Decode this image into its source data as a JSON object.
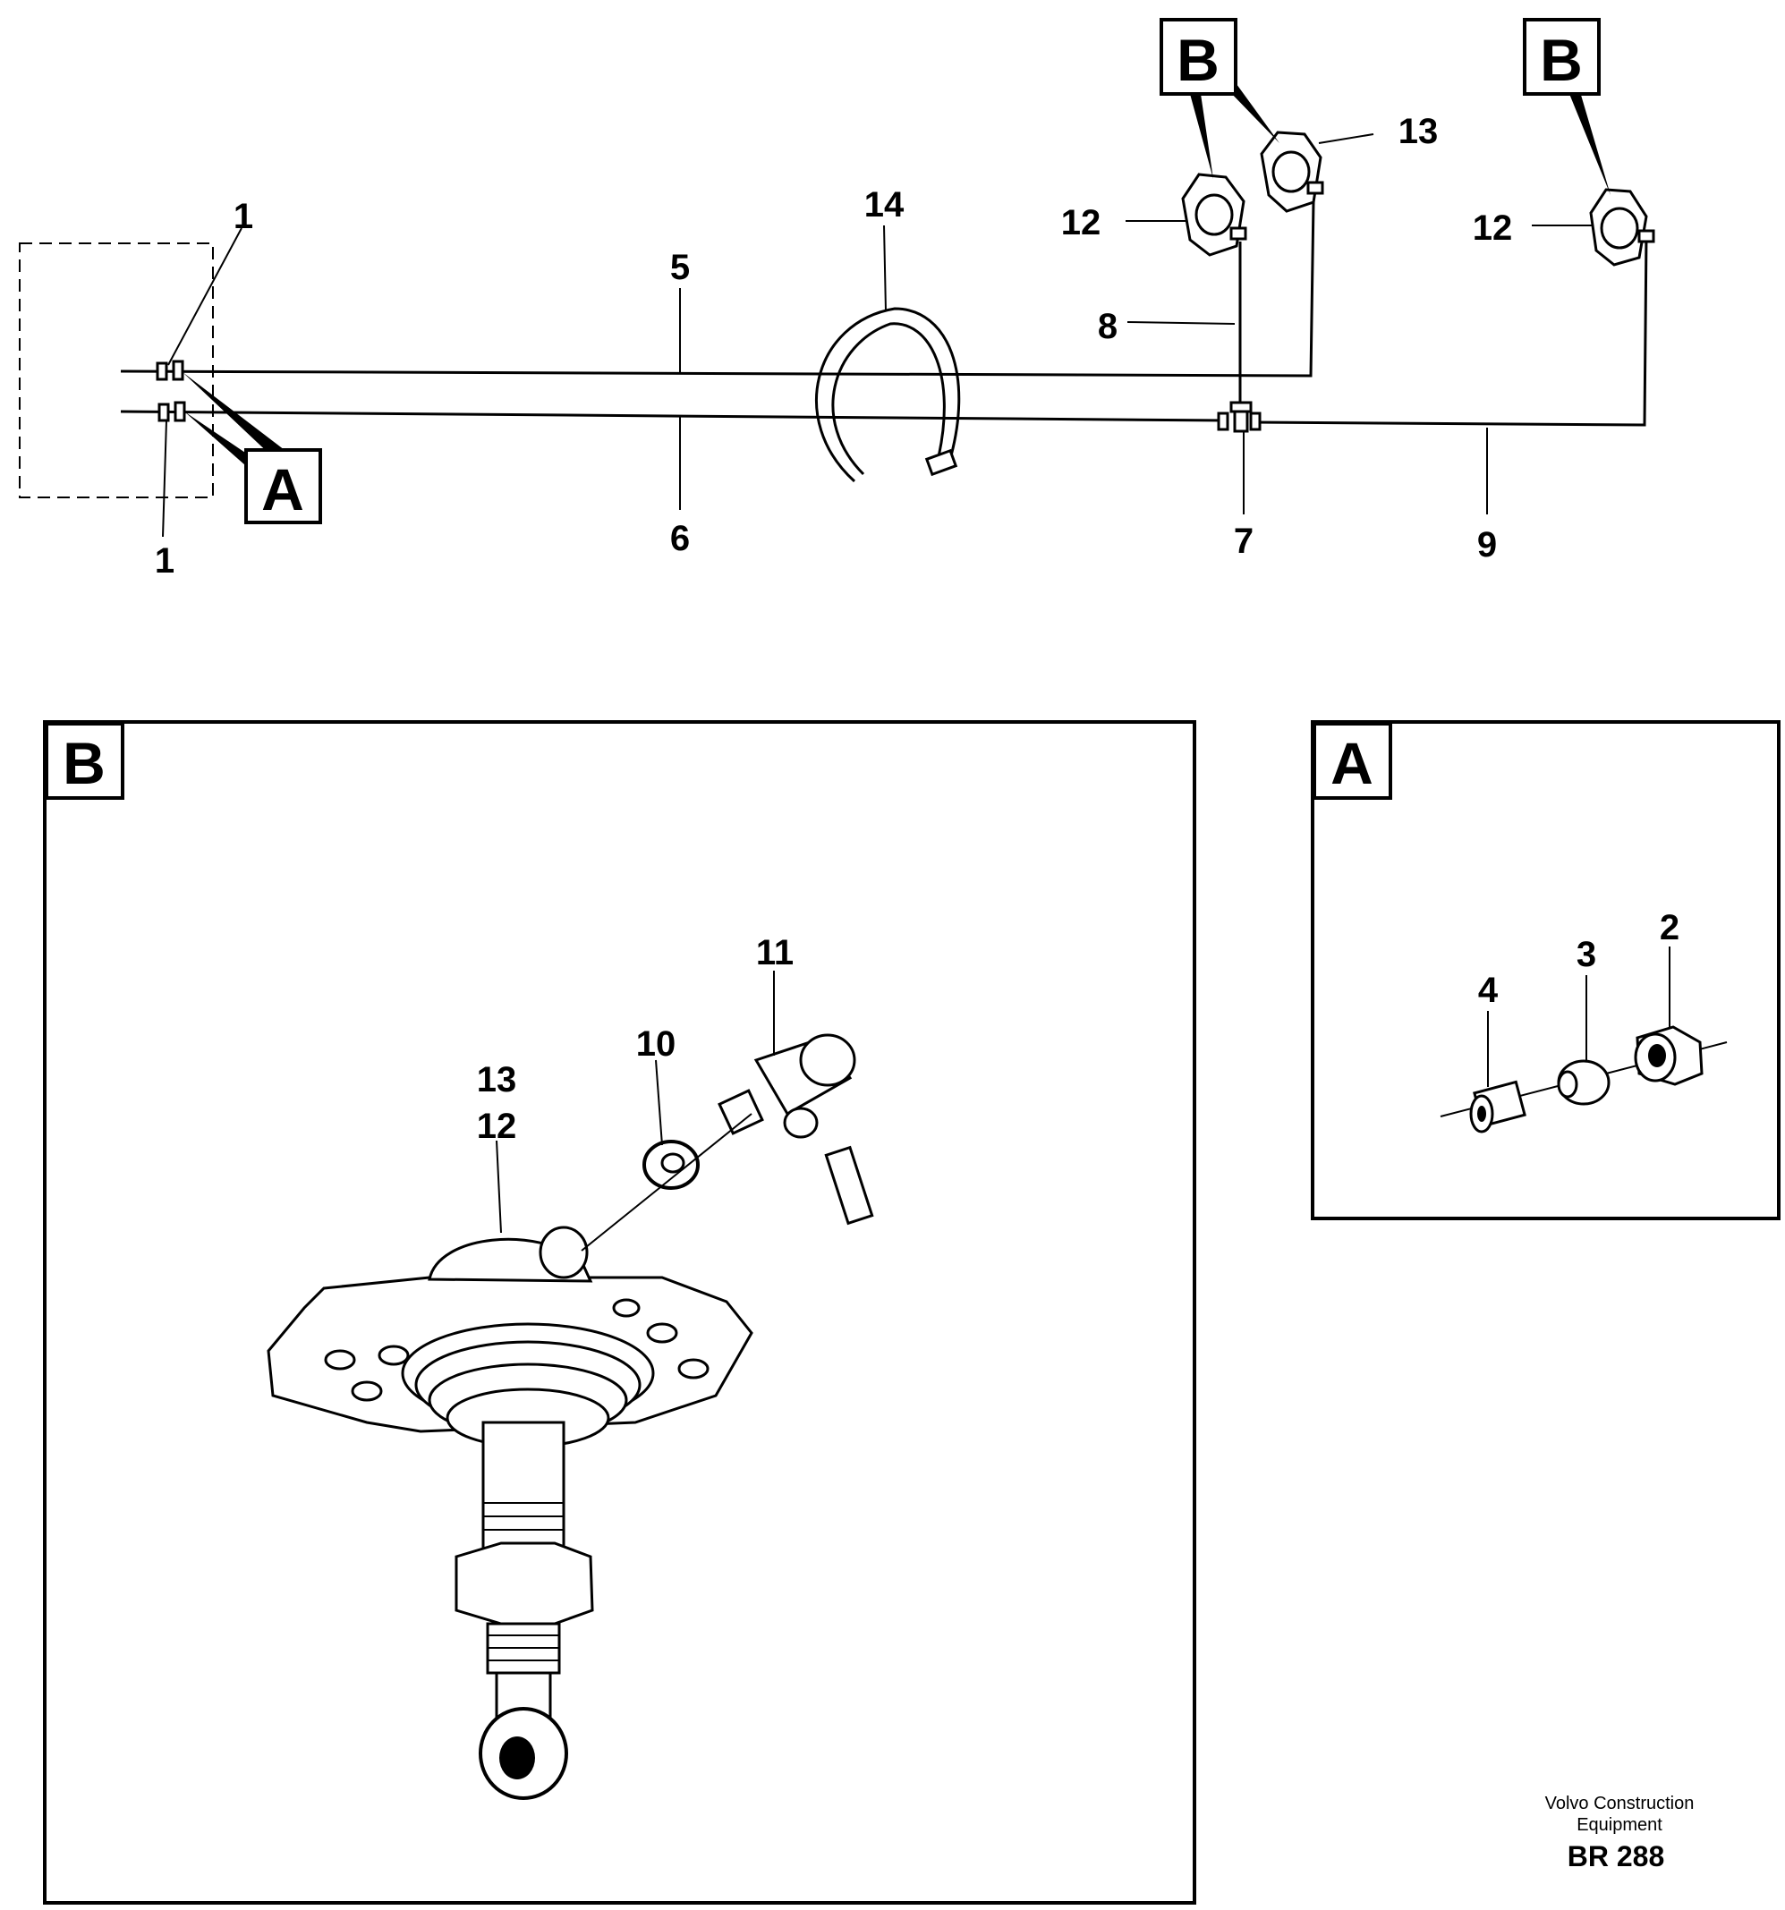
{
  "overview": {
    "callouts": {
      "c1_top": "1",
      "c1_bottom": "1",
      "c5": "5",
      "c6": "6",
      "c7": "7",
      "c8": "8",
      "c9": "9",
      "c12_left": "12",
      "c12_right": "12",
      "c13": "13",
      "c14": "14"
    },
    "tags": {
      "a": "A",
      "b_left": "B",
      "b_right": "B"
    }
  },
  "detail_b": {
    "tag": "B",
    "callouts": {
      "c10": "10",
      "c11": "11",
      "c12": "12",
      "c13": "13"
    }
  },
  "detail_a": {
    "tag": "A",
    "callouts": {
      "c2": "2",
      "c3": "3",
      "c4": "4"
    }
  },
  "footer": {
    "company_line1": "Volvo Construction",
    "company_line2": "Equipment",
    "ref": "BR 288"
  }
}
